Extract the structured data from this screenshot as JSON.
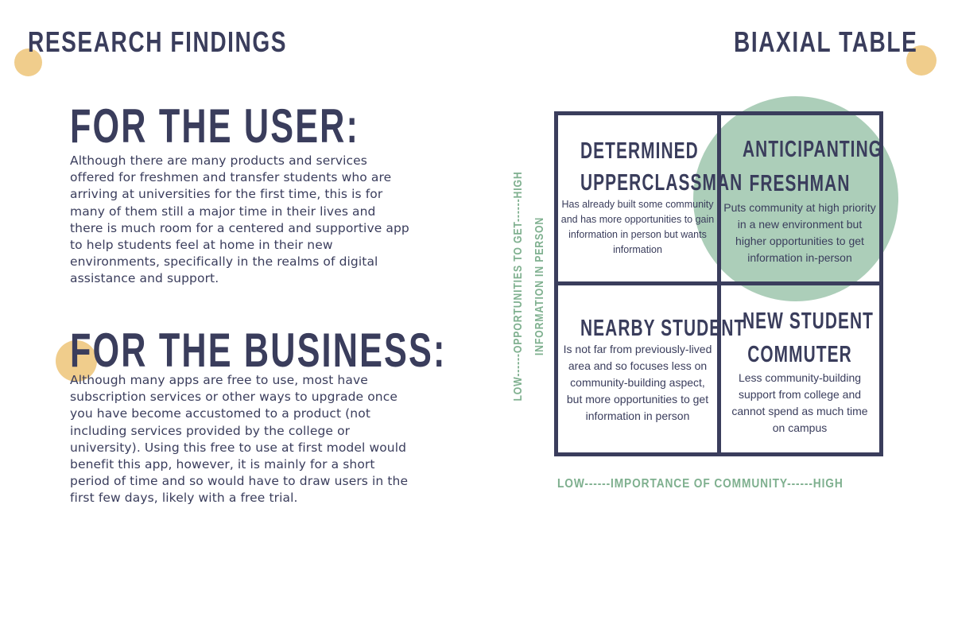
{
  "left_page": {
    "header": "RESEARCH FINDINGS",
    "user_section": {
      "title": "FOR THE USER:",
      "body": "Although there are many products and services offered for freshmen and transfer students who are arriving at universities for the first time, this is for many of them still a major time in their lives and there is much room for a centered and supportive app to help students feel at home in their new environments, specifically in the realms of digital assistance and support."
    },
    "business_section": {
      "title": "FOR THE BUSINESS:",
      "body": "Although many apps are free to use, most have subscription services or other ways to upgrade once you have become accustomed to a product (not including services provided by the college or university). Using this free to use at first model would benefit this app, however, it is mainly for a short period of time and so would have to draw users in the first few days, likely with a free trial."
    }
  },
  "right_page": {
    "header": "BIAXIAL TABLE",
    "quadrants": {
      "top_left": {
        "title_line1": "DETERMINED",
        "title_line2": "UPPERCLASSMAN",
        "text": "Has already built some community and has more opportunities to gain information in person but wants information"
      },
      "top_right": {
        "title_line1": "ANTICIPANTING",
        "title_line2": "FRESHMAN",
        "text": "Puts community at high priority in a new environment but higher opportunities to get information in-person"
      },
      "bottom_left": {
        "title_line1": "NEARBY STUDENT",
        "text": "Is not far from previously-lived area and so focuses less on community-building aspect, but more opportunities to get information in person"
      },
      "bottom_right": {
        "title_line1": "NEW STUDENT",
        "title_line2": "COMMUTER",
        "text": "Less community-building support from college and cannot spend as much time on campus"
      }
    },
    "y_axis": {
      "line1": "LOW------OPPORTUNITIES TO GET------HIGH",
      "line2": "INFORMATION IN PERSON"
    },
    "x_axis": "LOW------IMPORTANCE OF COMMUNITY------HIGH"
  },
  "colors": {
    "navy": "#3a3d5c",
    "accent_orange": "#f0cd8c",
    "accent_green": "#9ec6ad",
    "axis_green": "#7fb08f"
  }
}
